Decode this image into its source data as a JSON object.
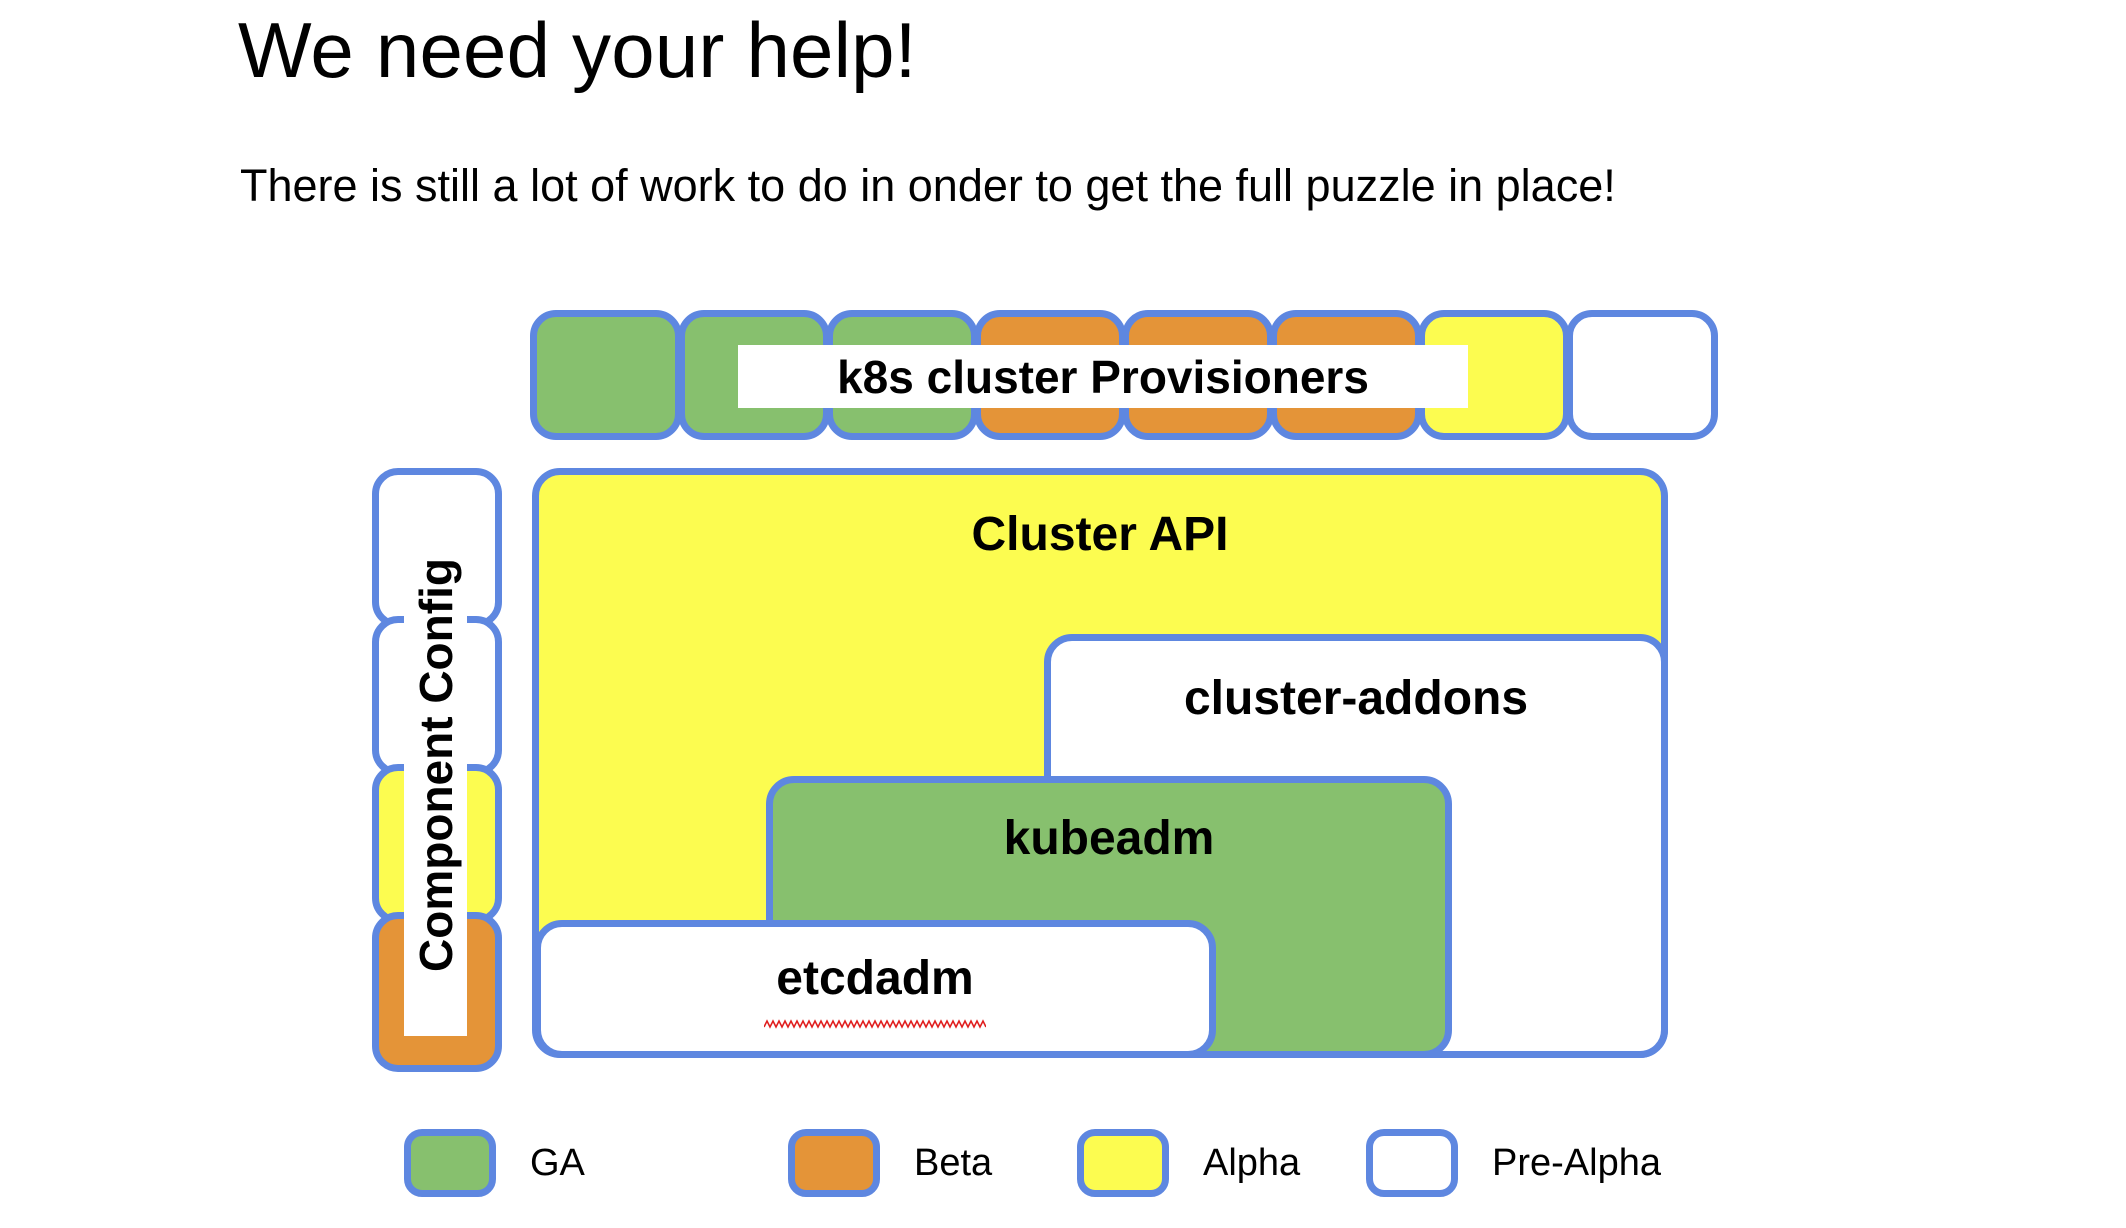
{
  "slide": {
    "title": "We need your help!",
    "subtitle": "There is still a lot of work to do in onder to get the full puzzle in place!"
  },
  "diagram": {
    "provisioners": {
      "band_label": "k8s cluster Provisioners",
      "pieces": [
        {
          "maturity": "GA"
        },
        {
          "maturity": "GA"
        },
        {
          "maturity": "GA"
        },
        {
          "maturity": "Beta"
        },
        {
          "maturity": "Beta"
        },
        {
          "maturity": "Beta"
        },
        {
          "maturity": "Alpha"
        },
        {
          "maturity": "Pre-Alpha"
        }
      ]
    },
    "component_config": {
      "band_label": "Component Config",
      "pieces": [
        {
          "maturity": "Pre-Alpha"
        },
        {
          "maturity": "Pre-Alpha"
        },
        {
          "maturity": "Alpha"
        },
        {
          "maturity": "Beta"
        }
      ]
    },
    "stack": [
      {
        "label": "Cluster API",
        "maturity": "Alpha",
        "spellcheck_underline": false
      },
      {
        "label": "cluster-addons",
        "maturity": "Pre-Alpha",
        "spellcheck_underline": false
      },
      {
        "label": "kubeadm",
        "maturity": "GA",
        "spellcheck_underline": false
      },
      {
        "label": "etcdadm",
        "maturity": "Pre-Alpha",
        "spellcheck_underline": true
      }
    ]
  },
  "legend": {
    "items": [
      {
        "label": "GA",
        "color": "#87c06e"
      },
      {
        "label": "Beta",
        "color": "#e49438"
      },
      {
        "label": "Alpha",
        "color": "#fcfc50"
      },
      {
        "label": "Pre-Alpha",
        "color": "#ffffff"
      }
    ]
  },
  "colors": {
    "border": "#5e87e0",
    "ga": "#87c06e",
    "beta": "#e49438",
    "alpha": "#fcfc50",
    "pre_alpha": "#ffffff",
    "spellcheck": "#e02020",
    "text": "#000000",
    "background": "#ffffff"
  }
}
